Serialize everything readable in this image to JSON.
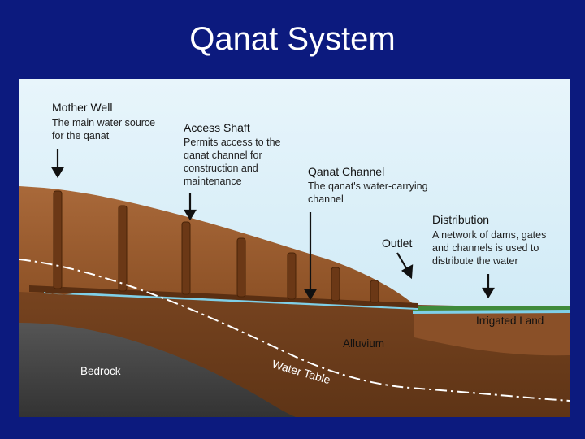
{
  "title": "Qanat System",
  "labels": {
    "mother_well": {
      "name": "Mother Well",
      "desc": [
        "The main water source",
        "for the qanat"
      ]
    },
    "access_shaft": {
      "name": "Access Shaft",
      "desc": [
        "Permits access to the",
        "qanat channel for",
        "construction and",
        "maintenance"
      ]
    },
    "qanat_channel": {
      "name": "Qanat Channel",
      "desc": [
        "The qanat's water-carrying",
        "channel"
      ]
    },
    "distribution": {
      "name": "Distribution",
      "desc": [
        "A network of dams, gates",
        "and channels is used to",
        "distribute the water"
      ]
    },
    "outlet": "Outlet",
    "irrigated_land": "Irrigated Land",
    "alluvium": "Alluvium",
    "bedrock": "Bedrock",
    "water_table": "Water Table"
  },
  "colors": {
    "background": "#0c1a7e",
    "sky": "#d4ecf7",
    "upper_soil": "#9c5c2c",
    "alluvium": "#7a4520",
    "bedrock": "#4a4a4a",
    "water": "#7fd0e8",
    "grass": "#3f8a3a"
  }
}
